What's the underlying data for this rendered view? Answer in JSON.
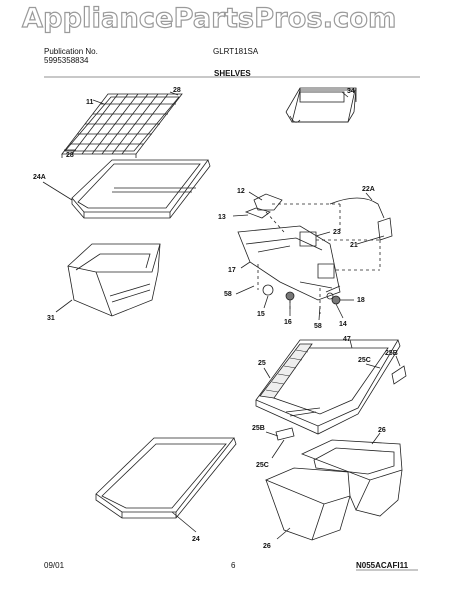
{
  "watermark": "AppliancePartsPros.com",
  "header": {
    "publication_label": "Publication No.",
    "publication_number": "5995358834",
    "model": "GLRT181SA",
    "section_title": "SHELVES"
  },
  "callouts": {
    "c11": "11",
    "c28a": "28",
    "c28b": "28",
    "c34": "34",
    "c24a": "24A",
    "c12": "12",
    "c22a": "22A",
    "c13": "13",
    "c23": "23",
    "c21": "21",
    "c17": "17",
    "c58a": "58",
    "c18": "18",
    "c15": "15",
    "c16": "16",
    "c58b": "58",
    "c14": "14",
    "c31": "31",
    "c47": "47",
    "c25": "25",
    "c25c_a": "25C",
    "c25b_a": "25B",
    "c25b_b": "25B",
    "c25c_b": "25C",
    "c26a": "26",
    "c26b": "26",
    "c24": "24"
  },
  "footer": {
    "date": "09/01",
    "page": "6",
    "drawing_code": "N055ACAFI11"
  }
}
